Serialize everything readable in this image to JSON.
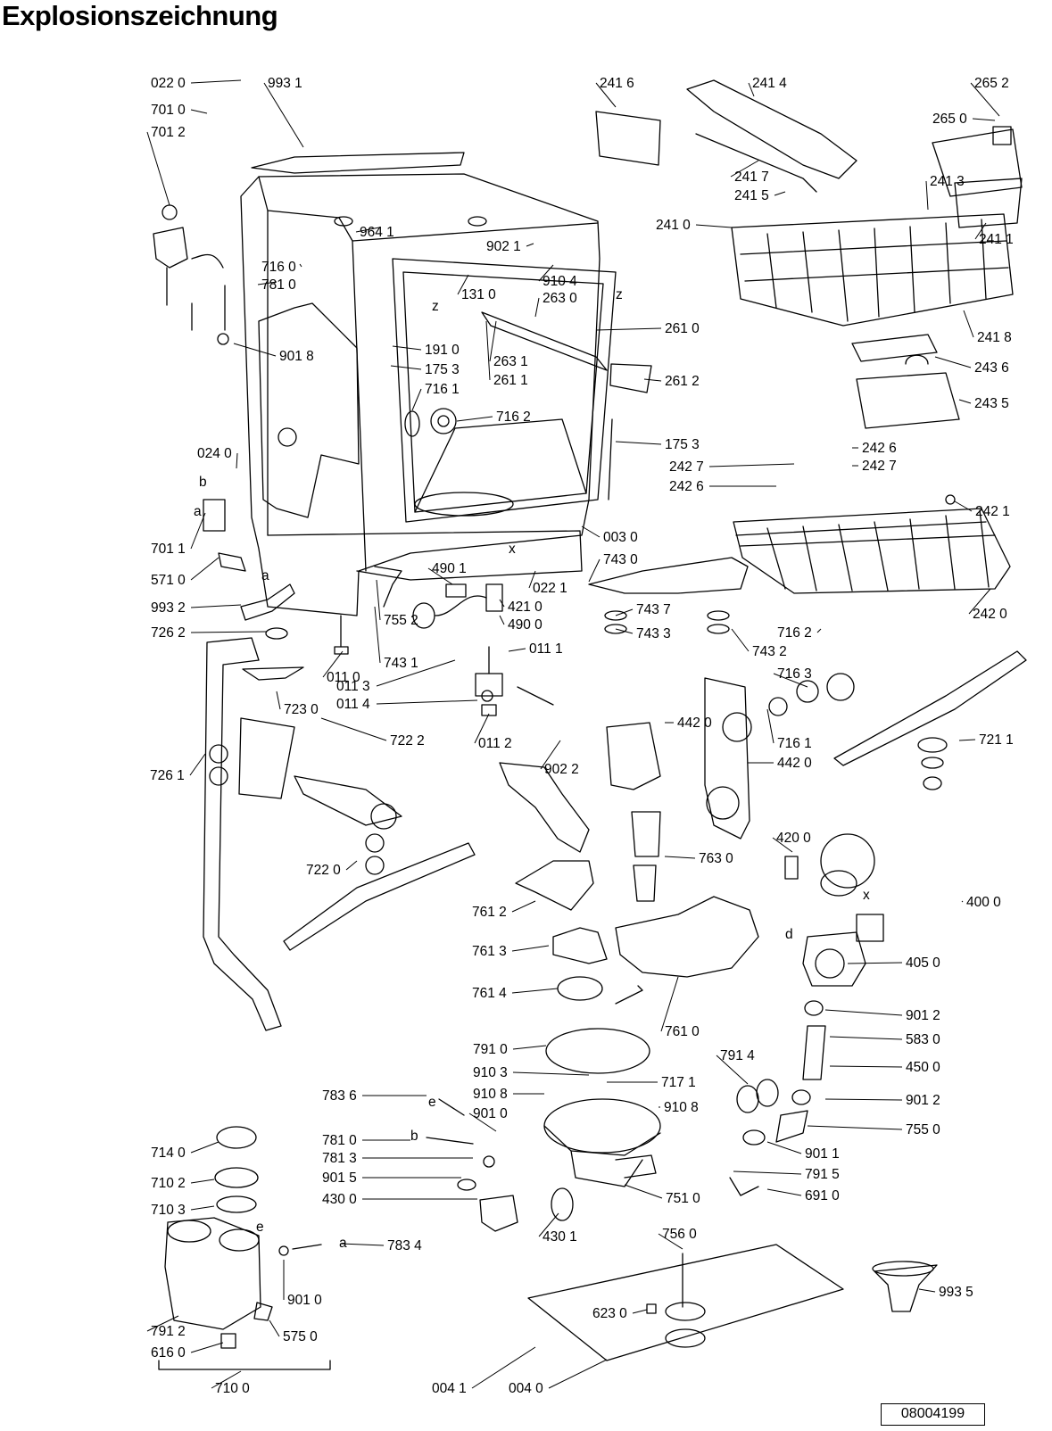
{
  "title": "Explosionszeichnung",
  "document_number": "08004199",
  "diagram_type": "exploded-parts-view",
  "subject": "dishwasher",
  "callouts": [
    "022 0",
    "993 1",
    "701 0",
    "701 2",
    "964 1",
    "902 1",
    "716 0",
    "781 0",
    "131 0",
    "910 4",
    "263 0",
    "901 8",
    "191 0",
    "175 3",
    "263 1",
    "261 1",
    "261 0",
    "261 2",
    "716 1",
    "716 2",
    "024 0",
    "175 3",
    "701 1",
    "003 0",
    "571 0",
    "022 1",
    "490 1",
    "743 0",
    "421 0",
    "993 2",
    "490 0",
    "726 2",
    "755 2",
    "743 1",
    "011 0",
    "011 1",
    "011 3",
    "011 4",
    "011 2",
    "723 0",
    "722 2",
    "726 1",
    "722 0",
    "902 2",
    "743 7",
    "743 3",
    "743 2",
    "716 2",
    "716 3",
    "716 1",
    "442 0",
    "442 0",
    "721 1",
    "241 6",
    "241 4",
    "265 2",
    "265 0",
    "241 7",
    "241 5",
    "241 3",
    "241 0",
    "241 1",
    "241 8",
    "243 6",
    "243 5",
    "242 6",
    "242 7",
    "242 7",
    "242 6",
    "242 1",
    "242 0",
    "763 0",
    "761 2",
    "761 3",
    "761 4",
    "761 0",
    "420 0",
    "400 0",
    "405 0",
    "901 2",
    "583 0",
    "450 0",
    "901 2",
    "755 0",
    "901 1",
    "791 5",
    "691 0",
    "791 0",
    "910 3",
    "717 1",
    "910 8",
    "910 8",
    "901 0",
    "791 4",
    "783 6",
    "781 0",
    "781 3",
    "901 5",
    "430 0",
    "751 0",
    "430 1",
    "714 0",
    "710 2",
    "710 3",
    "783 4",
    "901 0",
    "791 2",
    "616 0",
    "575 0",
    "710 0",
    "756 0",
    "623 0",
    "993 5",
    "004 1",
    "004 0"
  ],
  "small_letters": [
    "b",
    "a",
    "a",
    "z",
    "z",
    "x",
    "x",
    "b",
    "e",
    "e",
    "a",
    "d"
  ]
}
